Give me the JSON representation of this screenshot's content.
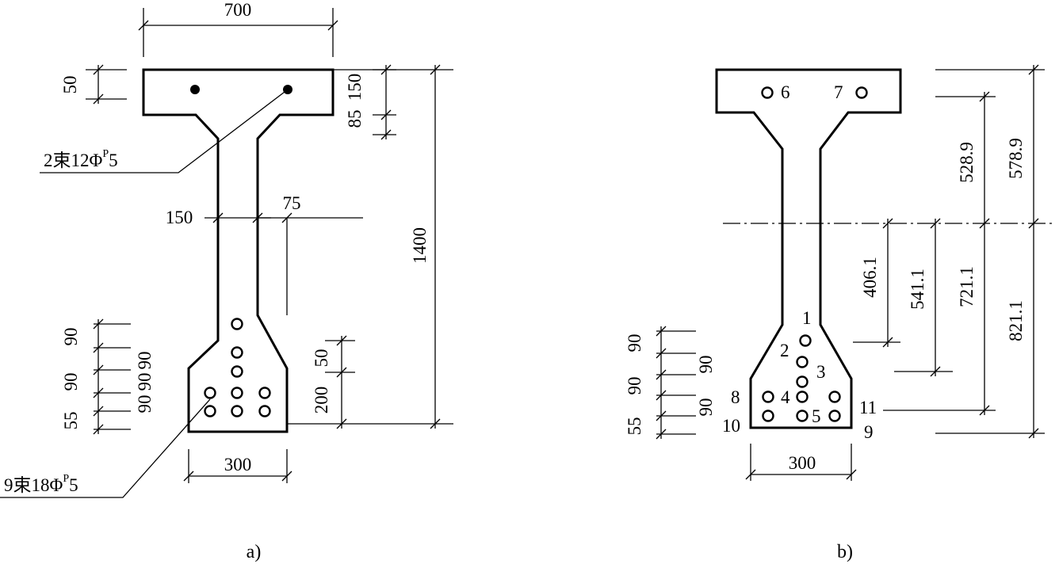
{
  "figure_a": {
    "caption": "a)",
    "dims": {
      "top_width": "700",
      "flange_thk": "50",
      "top_right_a": "85",
      "top_right_b": "150",
      "web_width": "150",
      "web_offset": "75",
      "total_height": "1400",
      "bottom_b": "50",
      "bottom_a": "200",
      "bottom_width": "300",
      "left_col1": [
        "90",
        "90",
        "55"
      ],
      "left_col2": [
        "90",
        "90",
        "90"
      ]
    },
    "labels": {
      "top_tendons_prefix": "2束12Φ",
      "top_tendons_sup": "P",
      "top_tendons_suffix": "5",
      "bottom_tendons_prefix": "9束18Φ",
      "bottom_tendons_sup": "P",
      "bottom_tendons_suffix": "5"
    }
  },
  "figure_b": {
    "caption": "b)",
    "dims": {
      "d1": "406.1",
      "d2": "541.1",
      "d3": "721.1",
      "d4": "821.1",
      "d5": "528.9",
      "d6": "578.9",
      "bottom_width": "300",
      "left_col1": [
        "90",
        "90",
        "55"
      ],
      "left_col2": [
        "90",
        "90"
      ]
    },
    "tendon_numbers": [
      "1",
      "2",
      "3",
      "4",
      "5",
      "6",
      "7",
      "8",
      "9",
      "10",
      "11"
    ]
  }
}
